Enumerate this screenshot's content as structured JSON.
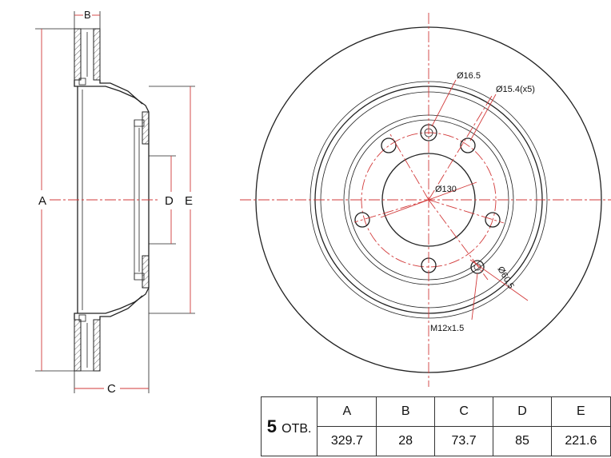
{
  "side_view": {
    "labels": {
      "a": "A",
      "b": "B",
      "c": "C",
      "d": "D",
      "e": "E"
    }
  },
  "front_view": {
    "callouts": {
      "pin_hole": "Ø16.5",
      "bolt_holes": "Ø15.4(x5)",
      "pcd": "Ø130",
      "center_bore": "Ø60.5",
      "thread": "M12x1.5"
    }
  },
  "spec_table": {
    "holes_count": "5",
    "holes_unit": "ОТВ.",
    "headers": [
      "A",
      "B",
      "C",
      "D",
      "E"
    ],
    "values": [
      "329.7",
      "28",
      "73.7",
      "85",
      "221.6"
    ]
  },
  "colors": {
    "centerline": "#d23a3a",
    "outline": "#222222"
  }
}
